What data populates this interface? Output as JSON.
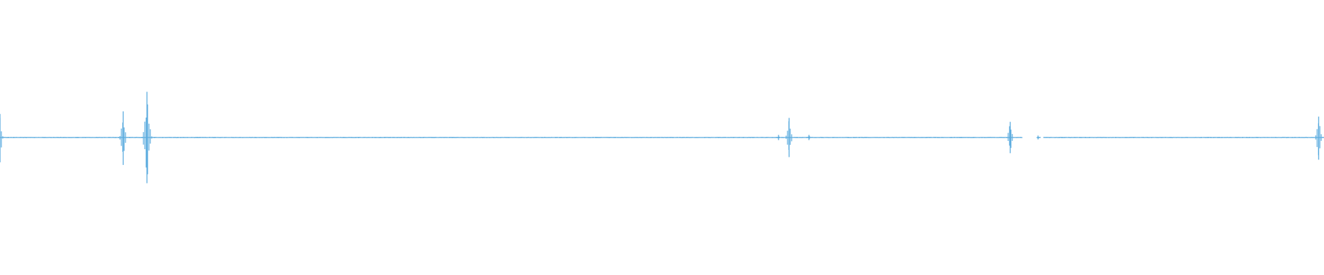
{
  "colors": {
    "background": "#ffffff",
    "waveform": "#5aabde"
  },
  "chart_data": {
    "type": "line",
    "title": "",
    "xlabel": "",
    "ylabel": "",
    "axes_visible": false,
    "grid": false,
    "legend": "none",
    "xlim": [
      0,
      1
    ],
    "ylim": [
      -1,
      1
    ],
    "baseline_amplitude": 0.005,
    "series": [
      {
        "peaks": [
          {
            "x": 0.0,
            "max": 0.18,
            "min": -0.19,
            "width": 0.0025
          },
          {
            "x": 0.093,
            "max": 0.2,
            "min": -0.21,
            "width": 0.003
          },
          {
            "x": 0.111,
            "max": 0.35,
            "min": -0.35,
            "width": 0.004
          },
          {
            "x": 0.588,
            "max": 0.02,
            "min": -0.02,
            "width": 0.0012
          },
          {
            "x": 0.596,
            "max": 0.15,
            "min": -0.15,
            "width": 0.003
          },
          {
            "x": 0.611,
            "max": 0.02,
            "min": -0.02,
            "width": 0.0012
          },
          {
            "x": 0.763,
            "max": 0.12,
            "min": -0.12,
            "width": 0.003
          },
          {
            "x": 0.784,
            "max": 0.015,
            "min": -0.015,
            "width": 0.0012
          },
          {
            "x": 0.996,
            "max": 0.16,
            "min": -0.17,
            "width": 0.003
          }
        ],
        "gaps": [
          {
            "from": 0.772,
            "to": 0.783
          },
          {
            "from": 0.786,
            "to": 0.788
          }
        ]
      }
    ]
  }
}
